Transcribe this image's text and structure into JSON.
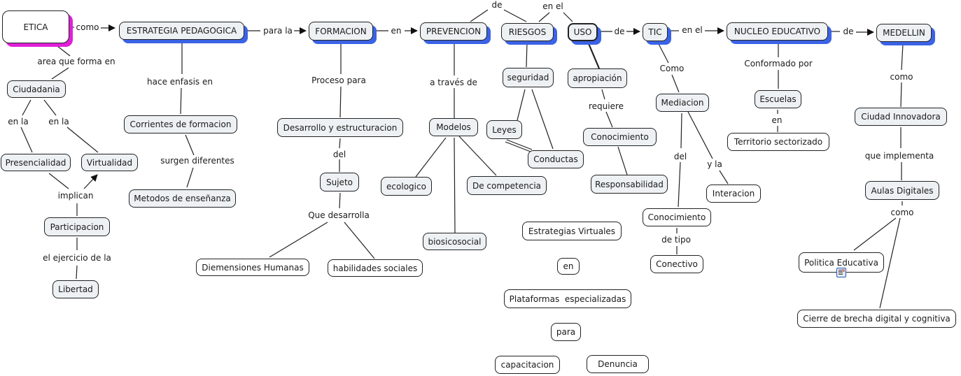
{
  "colors": {
    "node_fill": "#edf1f3",
    "plain_fill": "#ffffff",
    "primary_shadow": "#3b63e6",
    "root_shadow": "#e020d8",
    "line": "#222222"
  },
  "nodes": {
    "etica": "ETICA",
    "estrategia": "ESTRATEGIA PEDAGOGICA",
    "formacion": "FORMACION",
    "prevencion": "PREVENCION",
    "riesgos": "RIESGOS",
    "uso": "USO",
    "tic": "TIC",
    "nucleo": "NUCLEO EDUCATIVO",
    "medellin": "MEDELLIN",
    "ciudadania": "Ciudadania",
    "presencialidad": "Presencialidad",
    "virtualidad": "Virtualidad",
    "participacion": "Participacion",
    "libertad": "Libertad",
    "corrientes": "Corrientes de formacion",
    "metodos": "Metodos de enseñanza",
    "desarrollo": "Desarrollo y estructuracion",
    "sujeto": "Sujeto",
    "dimensiones": "Diemensiones Humanas",
    "habilidades": "habilidades sociales",
    "modelos": "Modelos",
    "ecologico": "ecologico",
    "competencia": "De competencia",
    "biosicosocial": "biosicosocial",
    "seguridad": "seguridad",
    "leyes": "Leyes",
    "conductas": "Conductas",
    "apropiacion": "apropiación",
    "conocimiento1": "Conocimiento",
    "responsabilidad": "Responsabilidad",
    "mediacion": "Mediacion",
    "conocimiento2": "Conocimiento",
    "conectivo": "Conectivo",
    "interacion": "Interacion",
    "escuelas": "Escuelas",
    "territorio": "Territorio sectorizado",
    "ciudad": "Ciudad Innovadora",
    "aulas": "Aulas Digitales",
    "politica": "Politica Educativa",
    "cierre": "Cierre de brecha digital y cognitiva",
    "estrategias_virtuales": "Estrategias Virtuales",
    "en_box": "en",
    "plataformas": "Plataformas  especializadas",
    "para_box": "para",
    "capacitacion": "capacitacion",
    "denuncia": "Denuncia"
  },
  "links": {
    "como1": "como",
    "para_la": "para la",
    "en1": "en",
    "de1": "de",
    "en_el1": "en el",
    "de2": "de",
    "en_el2": "en el",
    "de3": "de",
    "area": "area que forma en",
    "en_la1": "en la",
    "en_la2": "en la",
    "implican": "implican",
    "ejercicio": "el ejercicio de la",
    "hace_enfasis": "hace enfasis en",
    "surgen": "surgen diferentes",
    "proceso": "Proceso para",
    "del1": "del",
    "que_desarrolla": "Que desarrolla",
    "a_traves": "a través de",
    "requiere": "requiere",
    "como2": "Como",
    "del2": "del",
    "y_la": "y la",
    "de_tipo": "de tipo",
    "conformado": "Conformado por",
    "en2": "en",
    "como3": "como",
    "que_implementa": "que implementa",
    "como4": "como"
  },
  "icons": {
    "politica_resource": "document-resource-icon"
  }
}
